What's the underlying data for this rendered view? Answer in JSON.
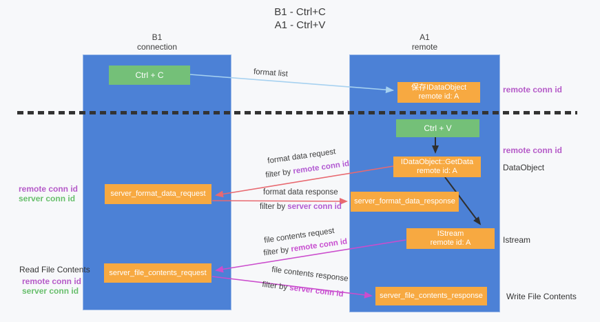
{
  "title": {
    "line1": "B1 - Ctrl+C",
    "line2": "A1 - Ctrl+V"
  },
  "lanes": {
    "left": {
      "name": "B1",
      "role": "connection"
    },
    "right": {
      "name": "A1",
      "role": "remote"
    }
  },
  "nodes": {
    "ctrl_c": {
      "label": "Ctrl + C"
    },
    "ctrl_v": {
      "label": "Ctrl + V"
    },
    "save_dataobject": {
      "line1": "保存IDataObject",
      "line2": "remote id: A"
    },
    "getdata": {
      "line1": "IDataObject::GetData",
      "line2": "remote id: A"
    },
    "istream": {
      "line1": "IStream",
      "line2": "remote id: A"
    },
    "format_request": {
      "label": "server_format_data_request"
    },
    "format_response": {
      "label": "server_format_data_response"
    },
    "file_request": {
      "label": "server_file_contents_request"
    },
    "file_response": {
      "label": "server_file_contents_response"
    }
  },
  "edge_labels": {
    "format_list": "format list",
    "format_data_request": "format data request",
    "format_data_response": "format data response",
    "file_contents_request": "file contents request",
    "file_contents_response": "file contents response",
    "filter_by": "filter by ",
    "remote_conn_id": "remote conn id",
    "server_conn_id": "server conn id"
  },
  "side_labels": {
    "remote_conn_id_top": "remote conn id",
    "remote_conn_id_mid": "remote conn id",
    "dataobject": "DataObject",
    "istream": "Istream",
    "write_file_contents": "Write File Contents",
    "read_file_contents": "Read File Contents",
    "left_remote_conn_id": "remote conn id",
    "left_server_conn_id": "server conn id",
    "left_remote_conn_id_2": "remote conn id",
    "left_server_conn_id_2": "server conn id"
  },
  "colors": {
    "lane_blue": "#4c81d6",
    "node_orange": "#f7a941",
    "node_green": "#74c078",
    "arrow_light_blue": "#a6d1f0",
    "arrow_red": "#e86970",
    "arrow_magenta": "#cb4dcd",
    "arrow_black": "#2f2f2f",
    "label_purple": "#b55bc8",
    "label_green": "#68bf6c"
  }
}
